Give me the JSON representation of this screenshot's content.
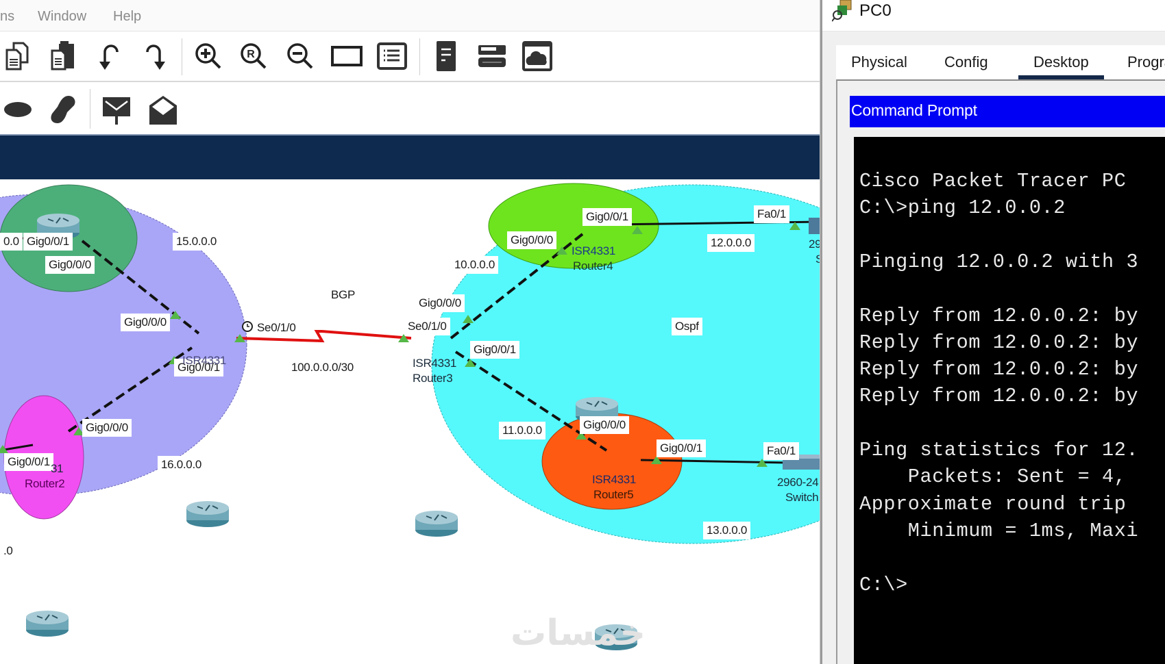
{
  "menubar": {
    "items": [
      {
        "label": "ns"
      },
      {
        "label": "Window"
      },
      {
        "label": "Help"
      }
    ]
  },
  "toolbar": {
    "row1": [
      "copy-icon",
      "paste-icon",
      "undo-icon",
      "redo-icon",
      "zoom-in-icon",
      "zoom-reset-icon",
      "zoom-out-icon",
      "window-icon",
      "list-window-icon",
      "notes-icon",
      "device-icon",
      "cloud-window-icon"
    ],
    "row2": [
      "ellipse-icon",
      "freeform-icon",
      "simple-pdu-icon",
      "complex-pdu-icon"
    ]
  },
  "topology": {
    "areas": [
      {
        "name": "bgp-left-area",
        "color": "#a9a6f7"
      },
      {
        "name": "ospf-area",
        "color": "#55f8fb"
      },
      {
        "name": "router1-area",
        "color": "#4caf7a"
      },
      {
        "name": "router2-area",
        "color": "#f24ff2"
      },
      {
        "name": "router4-area",
        "color": "#6ee41f"
      },
      {
        "name": "router5-area",
        "color": "#ff5a12"
      }
    ],
    "network_labels": {
      "n15": "15.0.0.0",
      "n16": "16.0.0.0",
      "n10": "10.0.0.0",
      "n11": "11.0.0.0",
      "n12": "12.0.0.0",
      "n13": "13.0.0.0",
      "n100": "100.0.0.0/30",
      "left_top": "0.0",
      "left_bottom": ".0",
      "bgp": "BGP",
      "ospf": "Ospf"
    },
    "interface_labels": {
      "r1_g001": "Gig0/0/1",
      "r1_g000": "Gig0/0/0",
      "rb_g000": "Gig0/0/0",
      "rb_g001": "Gig0/0/1",
      "rb_se010": "Se0/1/0",
      "r2_g000": "Gig0/0/0",
      "r2_g001": "Gig0/0/1",
      "r3_g000": "Gig0/0/0",
      "r3_se010": "Se0/1/0",
      "r3_g001": "Gig0/0/1",
      "r4_g000": "Gig0/0/0",
      "r4_g001": "Gig0/0/1",
      "r5_g000": "Gig0/0/0",
      "r5_g001": "Gig0/0/1",
      "sw1_fa01": "Fa0/1",
      "sw2_fa01": "Fa0/1"
    },
    "devices": {
      "rb_model": "ISR4331",
      "r2_model": "31",
      "r2_name": "Router2",
      "r3_model": "ISR4331",
      "r3_name": "Router3",
      "r4_model": "ISR4331",
      "r4_name": "Router4",
      "r5_model": "ISR4331",
      "r5_name": "Router5",
      "sw1_model": "29",
      "sw1_name": "S",
      "sw2_model": "2960-24",
      "sw2_name": "Switch"
    },
    "link_colors": {
      "serial": "#e01010",
      "ethernet": "#111111",
      "port_up": "#56b848"
    }
  },
  "watermark": "خمسات",
  "pc_window": {
    "title": "PC0",
    "tabs": [
      {
        "label": "Physical",
        "active": false
      },
      {
        "label": "Config",
        "active": false
      },
      {
        "label": "Desktop",
        "active": true
      },
      {
        "label": "Progra",
        "active": false
      }
    ],
    "app_title": "Command Prompt",
    "terminal_lines": [
      "Cisco Packet Tracer PC",
      "C:\\>ping 12.0.0.2",
      "",
      "Pinging 12.0.0.2 with 3",
      "",
      "Reply from 12.0.0.2: by",
      "Reply from 12.0.0.2: by",
      "Reply from 12.0.0.2: by",
      "Reply from 12.0.0.2: by",
      "",
      "Ping statistics for 12.",
      "    Packets: Sent = 4,",
      "Approximate round trip",
      "    Minimum = 1ms, Maxi",
      "",
      "C:\\>"
    ]
  }
}
